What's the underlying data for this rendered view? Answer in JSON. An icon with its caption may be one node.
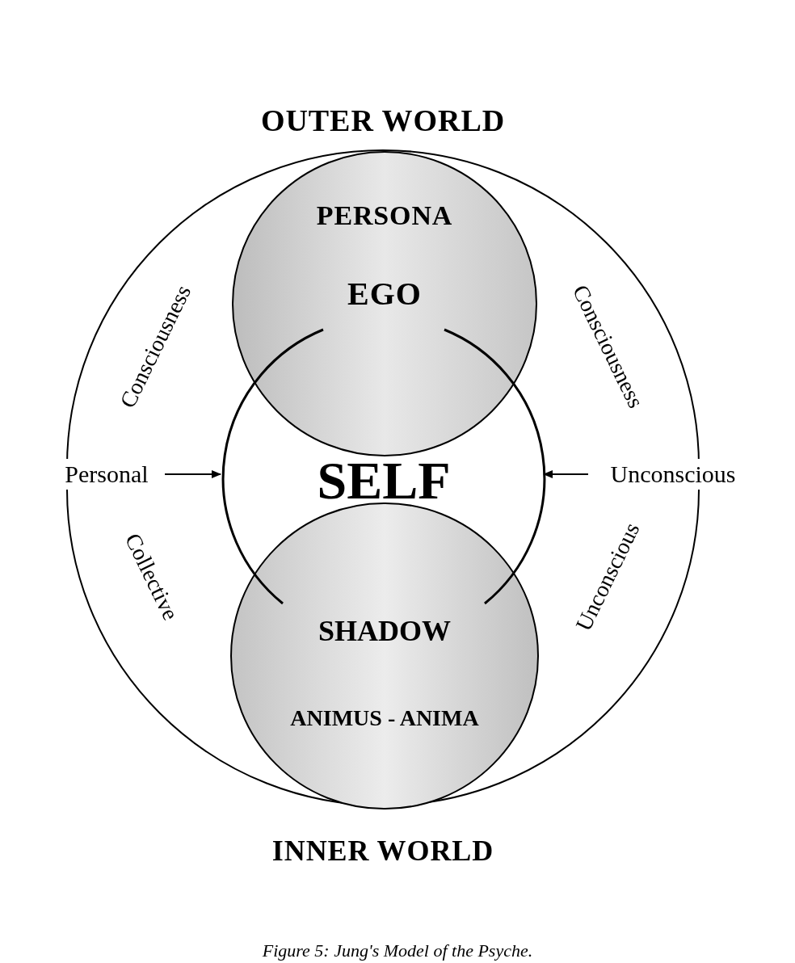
{
  "diagram": {
    "caption": "Figure 5: Jung's Model of the Psyche.",
    "nodes": [
      {
        "text": [
          "OUTER WORLD",
          "INNER WORLD"
        ]
      },
      {
        "text": [
          "PERSONA",
          "EGO"
        ],
        "in": 0
      },
      {
        "text": [
          "SHADOW",
          "ANIMUS - ANIMA"
        ],
        "in": 0
      },
      {
        "text": [
          "SELF"
        ],
        "in": 0
      },
      {
        "text": [
          "Personal"
        ]
      },
      {
        "text": [
          "Unconscious"
        ]
      }
    ],
    "edges": [
      {
        "from": 4,
        "to": 3,
        "arrow": "to"
      },
      {
        "from": 5,
        "to": 3,
        "arrow": "to"
      }
    ],
    "labels": [
      "Consciousness",
      "Consciousness",
      "Collective",
      "Unconscious"
    ]
  }
}
